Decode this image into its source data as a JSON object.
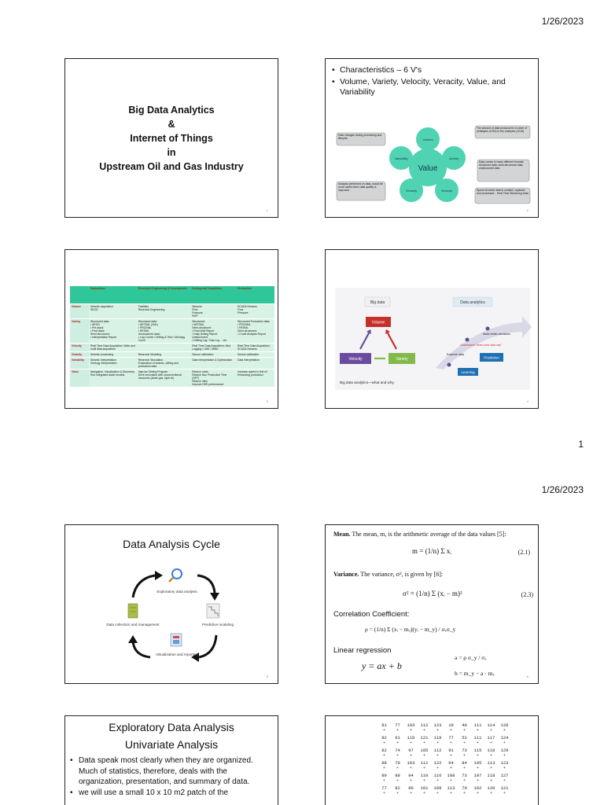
{
  "page1": {
    "date": "1/26/2023",
    "page_number": "1",
    "slide1": {
      "lines": [
        "Big Data Analytics",
        "&",
        "Internet of Things",
        "in",
        "Upstream Oil and Gas Industry"
      ],
      "num": "1"
    },
    "slide2": {
      "bullets": [
        "Characteristics – 6 V's",
        "Volume, Variety, Velocity, Veracity, Value, and Variability"
      ],
      "center": "Value",
      "nodes": [
        "Volume",
        "Variety",
        "Velocity",
        "Veracity",
        "Variability"
      ],
      "callouts": [
        "Data changes during processing and lifecycle",
        "The amount of data produced is in order of petabytes (1015) to the exabytes (1018)",
        "Data comes in many different formats: structured data, semi-structured data, unstructured data",
        "Analysis performed on data, would be more useful when data quality is improved",
        "Speed at which data is created, captured and processed – Real Time Streaming Data"
      ],
      "num": "2"
    },
    "slide3": {
      "headers": [
        "",
        "Exploration",
        "Reservoir Engineering & Development",
        "Drilling and Completion",
        "Production"
      ],
      "rows": [
        [
          "Volume",
          "Seismic acquisition\nSEGD",
          "Facilities\nReservoir Engineering",
          "Sensors\nFlow\nPressure\nROP",
          "SCADA Sensors\nFlow\nPressure"
        ],
        [
          "Variety",
          "Structured data:\n• SEGD\n• Pre-stack\n• Post stack\nSemi structured:\n• Interpretation Report",
          "Structured data:\n• WITSML (XML)\n• PRODML\n• RESML\nUnstructured data:\n• Log Curves / Drilling & Test / Lithology Curve",
          "Structured:\n• WITSML\nSemi-structured:\n• Final Well Report\n• Daily Drilling Report\nUnstructured:\n• Drilling Log / Gas Log ... etc.",
          "Structured Production data:\n• PRODML\n• RESML\nSemi-structured:\n• Crude Analysis Report"
        ],
        [
          "Velocity",
          "Real Time Data Acquisition: Wide and multi data acquisition",
          "",
          "Real Time Data Acquisition: Mud Logging / LWD / MWD",
          "Real Time Data Acquisition: SCADA Sensors"
        ],
        [
          "Veracity",
          "Seismic processing",
          "Reservoir Modeling",
          "Sensor calibration",
          "Sensor calibration"
        ],
        [
          "Variability",
          "Seismic Interpretation\nGeology Interpretation",
          "Reservoir Simulation\nExploration of seismic, drilling and production data",
          "Data Interpretation & Optimization",
          "Data interpretation"
        ],
        [
          "Value",
          "Navigation, Visualization & Discovery\nRun integrated asset models",
          "Improve Drilling Program\nDrive innovation with unconventional resources (shale gas, tight oil)",
          "Reduce costs\nReduce Non Productive Time (NPT)\nReduce risks\nImprove HSE performance",
          "Increase speed to first oil\nEnhancing production"
        ]
      ],
      "num": "3"
    },
    "slide4": {
      "left_title": "Big data",
      "right_title": "Data analytics",
      "volume": "Volume",
      "velocity": "Velocity",
      "variety": "Variety",
      "caption": "Big data analytics—what and why.",
      "steps": [
        "Examine data",
        "Understand \"what does data say\"",
        "Make better decisions",
        "Prediction",
        "Learning"
      ],
      "num": "4"
    }
  },
  "page2": {
    "date": "1/26/2023",
    "slide5": {
      "title": "Data Analysis Cycle",
      "steps": [
        "Exploratory data analysis",
        "Predictive modeling",
        "Visualization and reporting",
        "Data collection and management"
      ],
      "num": "5"
    },
    "slide6": {
      "mean_lead": "Mean.",
      "mean_text": "The mean, m, is the arithmetic average of the data values [5]:",
      "mean_formula": "m = (1/n) Σ xᵢ",
      "mean_eq": "(2.1)",
      "var_lead": "Variance.",
      "var_text": "The variance, σ², is given by [6]:",
      "var_formula": "σ² = (1/n) Σ (xᵢ − m)²",
      "var_eq": "(2.3)",
      "corr_label": "Correlation Coefficient:",
      "corr_formula": "ρ = (1/n) Σ (xᵢ − mₓ)(yᵢ − m_y) / σₓσ_y",
      "lin_label": "Linear regression",
      "lin_formula": "y = ax + b",
      "a_formula": "a = ρ σ_y / σₓ",
      "b_formula": "b = m_y − a · mₓ",
      "num": "6"
    },
    "slide7": {
      "title1": "Exploratory Data Analysis",
      "title2": "Univariate Analysis",
      "bullets": [
        "Data speak most clearly when they are organized. Much of statistics, therefore, deals with the organization, presentation, and summary of data.",
        "we will use a small 10 x 10 m2 patch of the"
      ]
    },
    "slide8": {
      "rows": [
        [
          "81",
          "77",
          "103",
          "112",
          "123",
          "19",
          "40",
          "111",
          "114",
          "120"
        ],
        [
          "82",
          "61",
          "110",
          "121",
          "119",
          "77",
          "52",
          "111",
          "117",
          "124"
        ],
        [
          "82",
          "74",
          "97",
          "105",
          "112",
          "91",
          "73",
          "115",
          "118",
          "129"
        ],
        [
          "88",
          "70",
          "103",
          "111",
          "122",
          "64",
          "84",
          "105",
          "113",
          "123"
        ],
        [
          "89",
          "88",
          "94",
          "110",
          "116",
          "108",
          "73",
          "107",
          "118",
          "127"
        ],
        [
          "77",
          "82",
          "86",
          "101",
          "109",
          "113",
          "79",
          "102",
          "120",
          "121"
        ]
      ]
    }
  }
}
